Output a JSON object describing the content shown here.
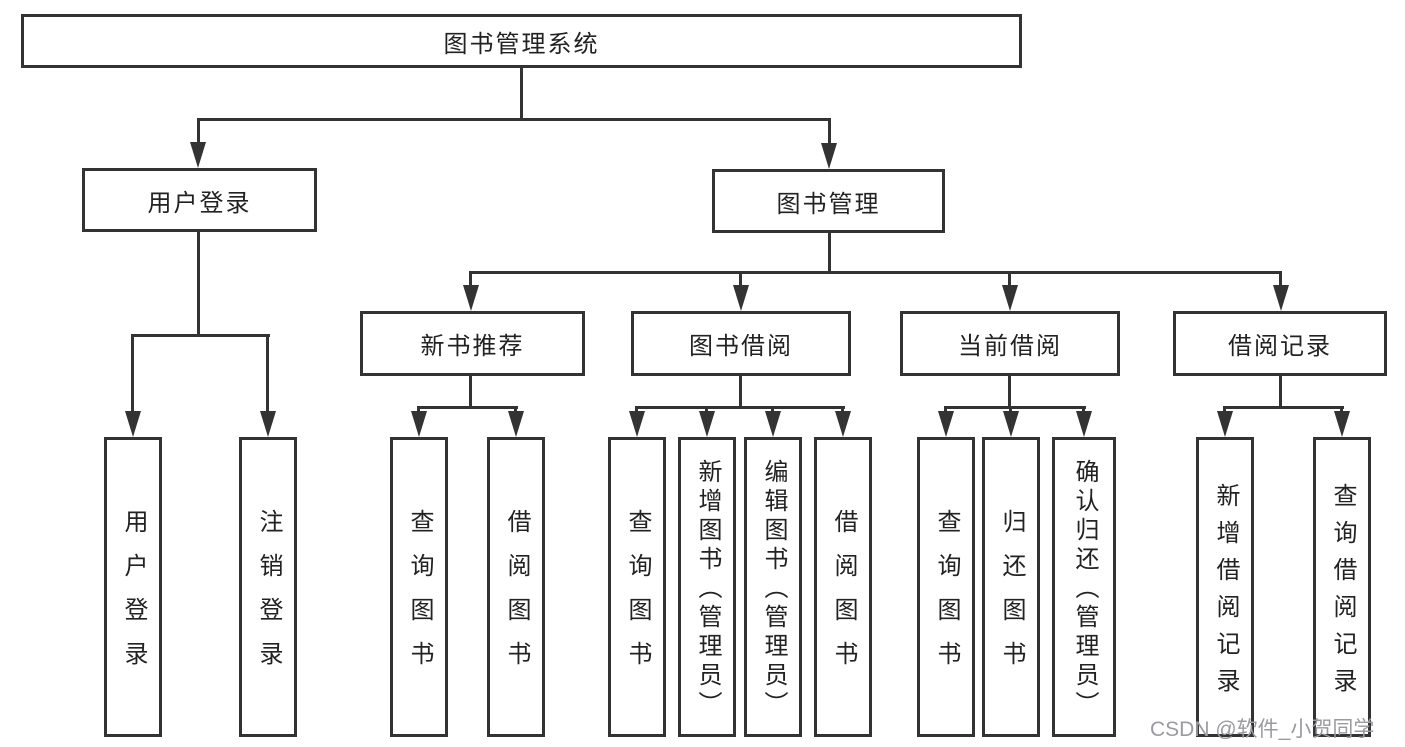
{
  "diagram": {
    "type": "hierarchy-flowchart",
    "title": "图书管理系统"
  },
  "colors": {
    "background": "#ffffff",
    "line": "#333333",
    "box_border": "#333333",
    "text": "#222222",
    "watermark": "#9a9aa0"
  },
  "tree": {
    "root": {
      "label": "图书管理系统"
    },
    "branches": [
      {
        "label": "用户登录",
        "children": [
          {
            "label": "用户登录"
          },
          {
            "label": "注销登录"
          }
        ]
      },
      {
        "label": "图书管理",
        "children": [
          {
            "label": "新书推荐",
            "children": [
              {
                "label": "查询图书"
              },
              {
                "label": "借阅图书"
              }
            ]
          },
          {
            "label": "图书借阅",
            "children": [
              {
                "label": "查询图书"
              },
              {
                "label": "新增图书（管理员）"
              },
              {
                "label": "编辑图书（管理员）"
              },
              {
                "label": "借阅图书"
              }
            ]
          },
          {
            "label": "当前借阅",
            "children": [
              {
                "label": "查询图书"
              },
              {
                "label": "归还图书"
              },
              {
                "label": "确认归还（管理员）"
              }
            ]
          },
          {
            "label": "借阅记录",
            "children": [
              {
                "label": "新增借阅记录"
              },
              {
                "label": "查询借阅记录"
              }
            ]
          }
        ]
      }
    ]
  },
  "watermark": {
    "text": "CSDN @软件_小贺同学"
  }
}
